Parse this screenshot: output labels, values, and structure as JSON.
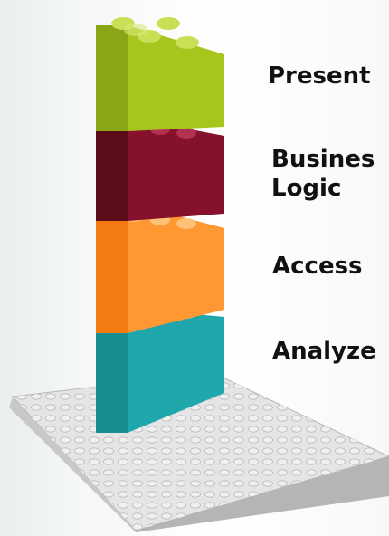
{
  "layers": [
    {
      "key": "present",
      "label_lines": [
        "Present"
      ],
      "color": "#a6c51d"
    },
    {
      "key": "business",
      "label_lines": [
        "Busines",
        "Logic"
      ],
      "color": "#85112c"
    },
    {
      "key": "access",
      "label_lines": [
        "Access"
      ],
      "color": "#ff9832"
    },
    {
      "key": "analyze",
      "label_lines": [
        "Analyze"
      ],
      "color": "#1fa7ac"
    }
  ],
  "baseplate": {
    "color": "#d8d8d8"
  }
}
